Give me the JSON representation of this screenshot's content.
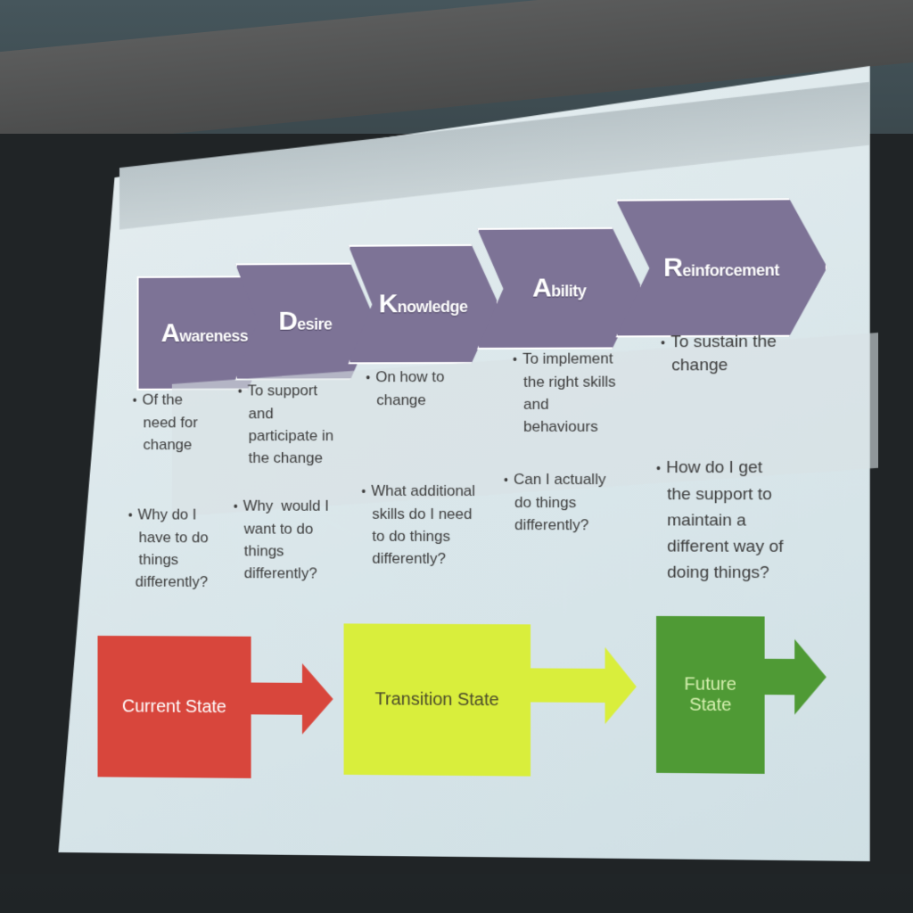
{
  "adkar": [
    {
      "cap": "A",
      "rest": "wareness"
    },
    {
      "cap": "D",
      "rest": "esire"
    },
    {
      "cap": "K",
      "rest": "nowledge"
    },
    {
      "cap": "A",
      "rest": "bility"
    },
    {
      "cap": "R",
      "rest": "einforcement"
    }
  ],
  "purpose_rows": [
    [
      "Of the",
      "need for",
      "change"
    ],
    [
      "To support",
      "and",
      "participate in",
      "the change"
    ],
    [
      "On how to",
      "change"
    ],
    [
      "To implement",
      "the right skills",
      "and",
      "behaviours"
    ],
    [
      "To sustain the",
      "change"
    ]
  ],
  "question_rows": [
    [
      "Why do I",
      "have to do",
      "things",
      "differently?"
    ],
    [
      "Why  would I",
      "want to do",
      "things",
      "differently?"
    ],
    [
      "What additional",
      "skills do I need",
      "to do things",
      "differently?"
    ],
    [
      "Can I actually",
      "do things",
      "differently?"
    ],
    [
      "How do I get",
      "the support to",
      "maintain a",
      "different way of",
      "doing things?"
    ]
  ],
  "states": {
    "current": "Current State",
    "transition": "Transition State",
    "future_line1": "Future",
    "future_line2": "State"
  },
  "colors": {
    "chevron": "#7d7396",
    "current": "#d8463c",
    "transition": "#d9ee3c",
    "future": "#4f9a35"
  }
}
